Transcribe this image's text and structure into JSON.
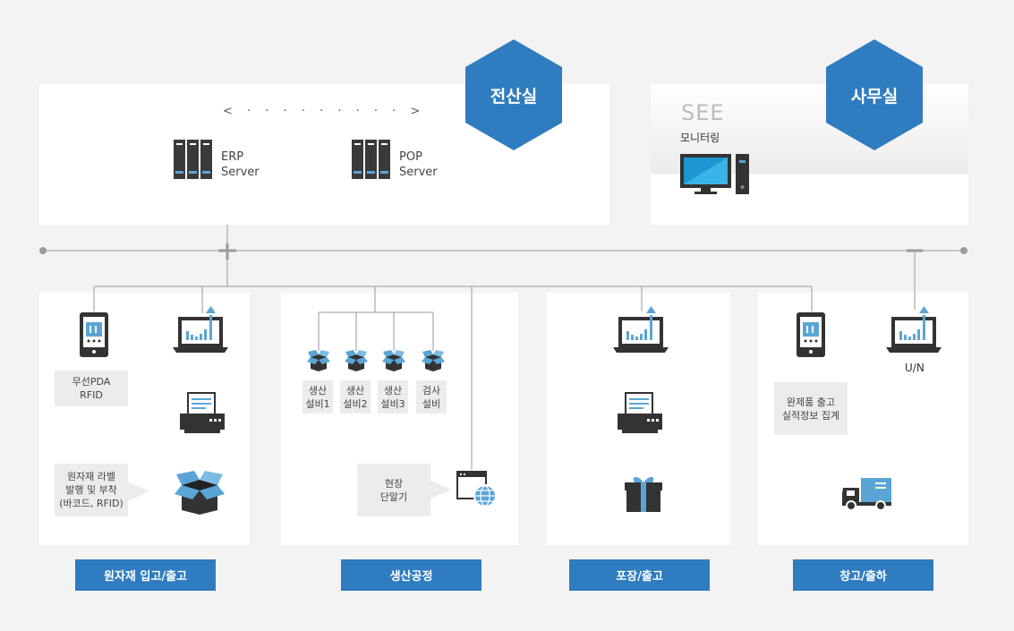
{
  "hexagons": {
    "it_room": "전산실",
    "office": "사무실"
  },
  "it_room": {
    "sequence_text": "< · · · · · · · · · >",
    "erp_label": "ERP\nServer",
    "pop_label": "POP\nServer"
  },
  "office": {
    "see_text": "SEE",
    "monitoring_text": "모니터링"
  },
  "zone1": {
    "pda_tag": "무선PDA\nRFID",
    "label_tag": "원자재 라벨\n발행 및 부착\n(바코드, RFID)",
    "button": "원자재 입고/출고"
  },
  "zone2": {
    "equipment": [
      "생산\n설비1",
      "생산\n설비2",
      "생산\n설비3",
      "검사\n설비"
    ],
    "terminal_tag": "현장\n단말기",
    "button": "생산공정"
  },
  "zone3": {
    "button": "포장/출고"
  },
  "zone4": {
    "un_label": "U/N",
    "tag": "완제품 출고\n실적정보 집계",
    "button": "창고/출하"
  },
  "colors": {
    "accent": "#2f7cc0",
    "dark": "#333333",
    "light_blue": "#5ba5d6",
    "panel": "#ffffff"
  }
}
